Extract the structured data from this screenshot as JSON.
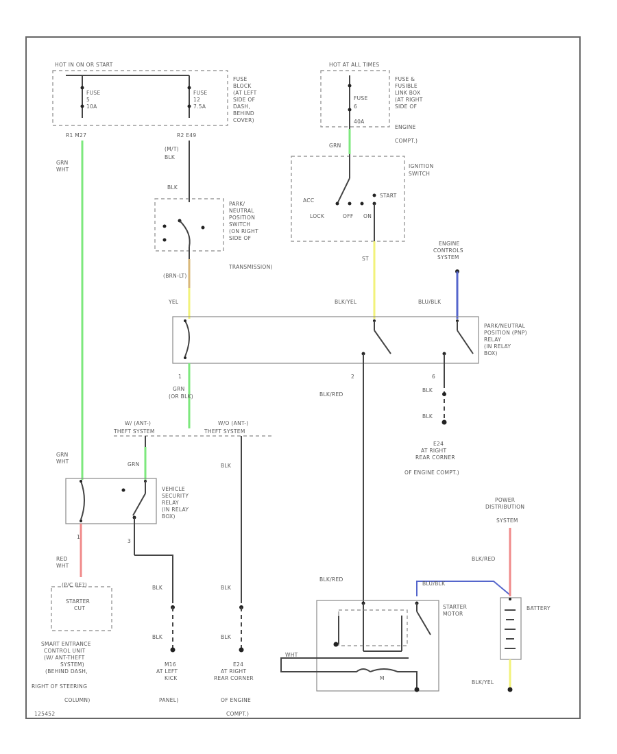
{
  "colors": {
    "grn": "#7de87d",
    "yel": "#f2f27a",
    "pnk": "#f08a8a",
    "blu": "#5566cc",
    "brn": "#d9b87a",
    "wire": "#444444"
  },
  "labels": {
    "fuse_hot_run": "HOT IN ON OR START",
    "fuse_block_text": [
      "FUSE",
      "BLOCK",
      "(AT LEFT",
      "SIDE OF",
      "DASH,",
      "BEHIND",
      "COVER)"
    ],
    "fuse1": [
      "FUSE",
      "5",
      "10A"
    ],
    "fuse2": [
      "FUSE",
      "12",
      "7.5A"
    ],
    "pin_r1_207": "R1  M27",
    "pin_r2_e49": "R2  E49",
    "grn_wht_top": [
      "GRN",
      "WHT"
    ],
    "mt_blk": [
      "(M/T)",
      "BLK"
    ],
    "blk_pnp": "BLK",
    "pnp_switch_text": [
      "PARK/",
      "NEUTRAL",
      "POSITION",
      "SWITCH",
      "(ON RIGHT",
      "SIDE OF",
      "TRANSMISSION)"
    ],
    "brn_at": "(BRN-LT)",
    "yel": "YEL",
    "hot_all_times": "HOT AT ALL TIMES",
    "fusible_text": [
      "FUSE &",
      "FUSIBLE",
      "LINK BOX",
      "(AT RIGHT",
      "SIDE OF",
      "ENGINE",
      "COMPT.)"
    ],
    "fuse3": [
      "FUSE",
      "6",
      "40A"
    ],
    "grn_ign": "GRN",
    "ign_switch_text": [
      "IGNITION",
      "SWITCH"
    ],
    "ign_positions": [
      "ACC",
      "START",
      "LOCK",
      "OFF",
      "ON"
    ],
    "ign_pin": "ST",
    "engine_controls": [
      "ENGINE",
      "CONTROLS",
      "SYSTEM"
    ],
    "blk_yel": "BLK/YEL",
    "blu_blk": "BLU/BLK",
    "pnp_relay_text": [
      "PARK/NEUTRAL",
      "POSITION (PNP)",
      "RELAY",
      "(IN RELAY",
      "BOX)"
    ],
    "grn_or_blk": [
      "GRN",
      "(OR BLK)"
    ],
    "theft_left": [
      "W/ (ANT-)",
      "THEFT SYSTEM"
    ],
    "theft_right": [
      "W/O (ANT-)",
      "THEFT SYSTEM"
    ],
    "blk_red_mid": "BLK/RED",
    "blk_e24_1": "BLK",
    "blk_e24_2": "BLK",
    "e24_text": [
      "E24",
      "AT RIGHT",
      "REAR CORNER",
      "OF ENGINE COMPT.)"
    ],
    "grn_wht_mid": [
      "GRN",
      "WHT"
    ],
    "grn_relay": "GRN",
    "vsr_text": [
      "VEHICLE",
      "SECURITY",
      "RELAY",
      "(IN RELAY",
      "BOX)"
    ],
    "blk_right_mid": "BLK",
    "red_wht": [
      "RED",
      "WHT"
    ],
    "start_cut_tag": "(P/C RE?)",
    "start_cut_box": [
      "STARTER",
      "CUT"
    ],
    "smart_entrance_text": [
      "SMART ENTRANCE",
      "CONTROL UNIT",
      "(W/ ANT-THEFT",
      "SYSTEM)",
      "(BEHIND DASH,",
      "RIGHT OF STEERING",
      "COLUMN)"
    ],
    "blk_g1": "BLK",
    "blk_g2": "BLK",
    "m16_text": [
      "M16",
      "AT LEFT",
      "KICK",
      "PANEL)"
    ],
    "blk_e24b_1": "BLK",
    "blk_e24b_2": "BLK",
    "e24b_text": [
      "E24",
      "AT RIGHT",
      "REAR CORNER",
      "OF ENGINE",
      "COMPT.)"
    ],
    "blk_red_starter": "BLK/RED",
    "starter_text": [
      "STARTER",
      "MOTOR"
    ],
    "wht": "WHT",
    "motor_m": "M",
    "blu_blk_bat": "BLU/BLK",
    "power_dist": [
      "POWER",
      "DISTRIBUTION",
      "SYSTEM"
    ],
    "blk_red_power": "BLK/RED",
    "battery": "BATTERY",
    "blk_yel_bottom": "BLK/YEL",
    "pin_1": "1",
    "pin_2": "2",
    "pin_6": "6",
    "pin_3": "3",
    "footer_code": "125452"
  }
}
